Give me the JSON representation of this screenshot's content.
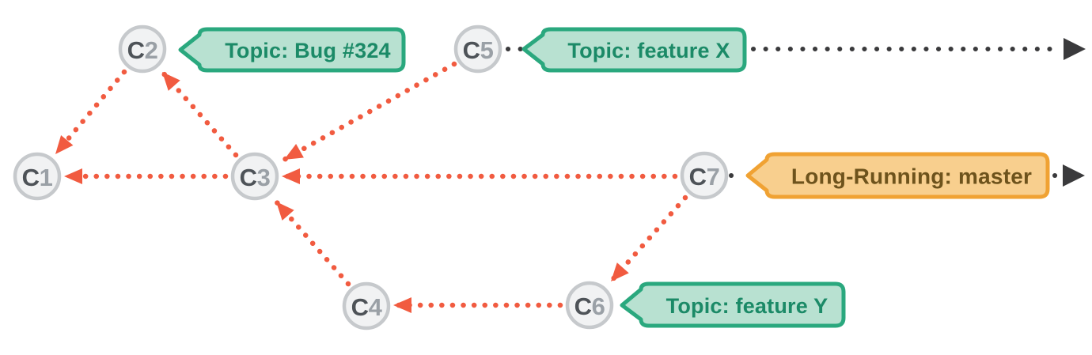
{
  "colors": {
    "bg": "#ffffff",
    "red": "#f15b40",
    "line-dark": "#3a3a3c",
    "node-fill": "#f1f2f3",
    "node-border": "#c6c9cc",
    "node-text": "#4e5358",
    "node-num": "#9aa0a6",
    "teal-fill": "#b8e1d1",
    "teal-border": "#2aa87e",
    "teal-text": "#1b8a67",
    "orange-fill": "#f8cf8e",
    "orange-border": "#f0a233",
    "orange-text": "#6e531c"
  },
  "commits": [
    {
      "id": "C1",
      "label_prefix": "C",
      "label_num": "1"
    },
    {
      "id": "C2",
      "label_prefix": "C",
      "label_num": "2"
    },
    {
      "id": "C3",
      "label_prefix": "C",
      "label_num": "3"
    },
    {
      "id": "C4",
      "label_prefix": "C",
      "label_num": "4"
    },
    {
      "id": "C5",
      "label_prefix": "C",
      "label_num": "5"
    },
    {
      "id": "C6",
      "label_prefix": "C",
      "label_num": "6"
    },
    {
      "id": "C7",
      "label_prefix": "C",
      "label_num": "7"
    }
  ],
  "branch_labels": [
    {
      "text": "Topic: Bug #324",
      "attached_to": "C2",
      "style": "topic"
    },
    {
      "text": "Topic: feature X",
      "attached_to": "C5",
      "style": "topic"
    },
    {
      "text": "Long-Running: master",
      "attached_to": "C7",
      "style": "long-running"
    },
    {
      "text": "Topic: feature Y",
      "attached_to": "C6",
      "style": "topic"
    }
  ],
  "edges": [
    {
      "from": "C2",
      "to": "C1"
    },
    {
      "from": "C3",
      "to": "C1"
    },
    {
      "from": "C3",
      "to": "C2"
    },
    {
      "from": "C5",
      "to": "C3"
    },
    {
      "from": "C7",
      "to": "C3"
    },
    {
      "from": "C4",
      "to": "C3"
    },
    {
      "from": "C6",
      "to": "C4"
    },
    {
      "from": "C7",
      "to": "C6"
    }
  ],
  "continuation_arrows": [
    "feature-x",
    "master"
  ]
}
